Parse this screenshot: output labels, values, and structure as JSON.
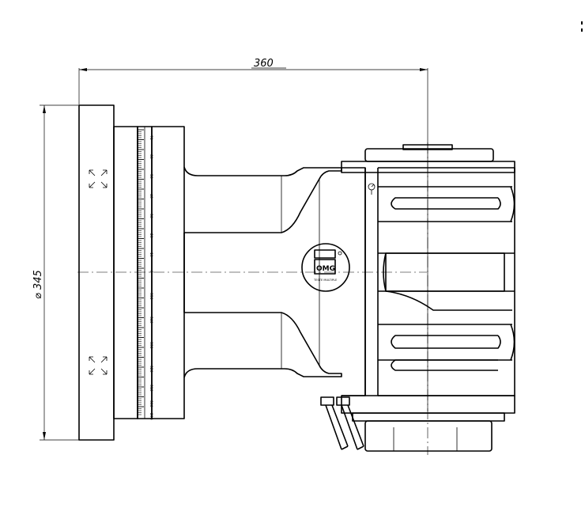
{
  "dimensions": {
    "length": "360",
    "diameter": "⌀ 345"
  },
  "logo": {
    "letters": "OMG",
    "tagline": "TESTE MULTIPLE"
  },
  "scale": {
    "ticks_top": [
      "70",
      "60",
      "50",
      "40",
      "30",
      "20",
      "10",
      "0"
    ],
    "ticks_bottom": [
      "350",
      "340",
      "330",
      "320",
      "310",
      "300",
      "290"
    ]
  },
  "colors": {
    "flange": "#c5daf0",
    "line": "#000000"
  },
  "icons": {
    "gauge": "dial-gauge-icon",
    "arrows": "expand-arrows-icon"
  }
}
